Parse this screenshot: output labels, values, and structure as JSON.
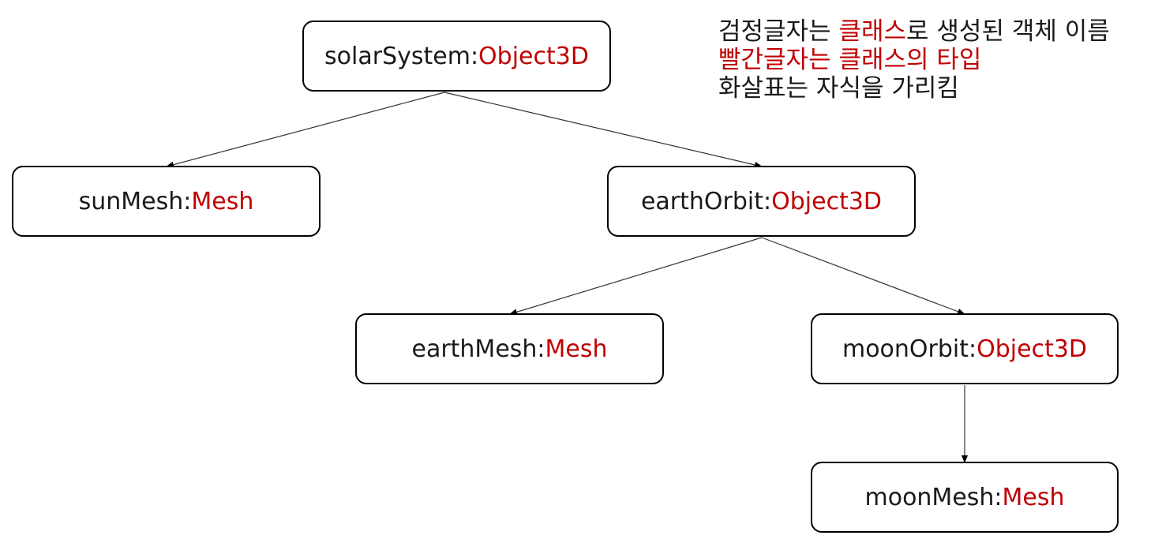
{
  "colors": {
    "type_text": "#c00000",
    "name_text": "#1a1a1a",
    "border": "#000000",
    "edge": "#333333"
  },
  "legend": {
    "line1": {
      "black_a": "검정글자는 ",
      "red": "클래스",
      "black_b": "로 생성된 객체 이름"
    },
    "line2": "빨간글자는 클래스의 타입",
    "line3": "화살표는 자식을 가리킴"
  },
  "nodes": {
    "solarSystem": {
      "name": "solarSystem: ",
      "type": "Object3D"
    },
    "sunMesh": {
      "name": "sunMesh: ",
      "type": "Mesh"
    },
    "earthOrbit": {
      "name": "earthOrbit: ",
      "type": "Object3D"
    },
    "earthMesh": {
      "name": "earthMesh: ",
      "type": "Mesh"
    },
    "moonOrbit": {
      "name": "moonOrbit: ",
      "type": "Object3D"
    },
    "moonMesh": {
      "name": "moonMesh: ",
      "type": "Mesh"
    }
  },
  "edges": [
    {
      "from": "solarSystem",
      "to": "sunMesh"
    },
    {
      "from": "solarSystem",
      "to": "earthOrbit"
    },
    {
      "from": "earthOrbit",
      "to": "earthMesh"
    },
    {
      "from": "earthOrbit",
      "to": "moonOrbit"
    },
    {
      "from": "moonOrbit",
      "to": "moonMesh"
    }
  ]
}
